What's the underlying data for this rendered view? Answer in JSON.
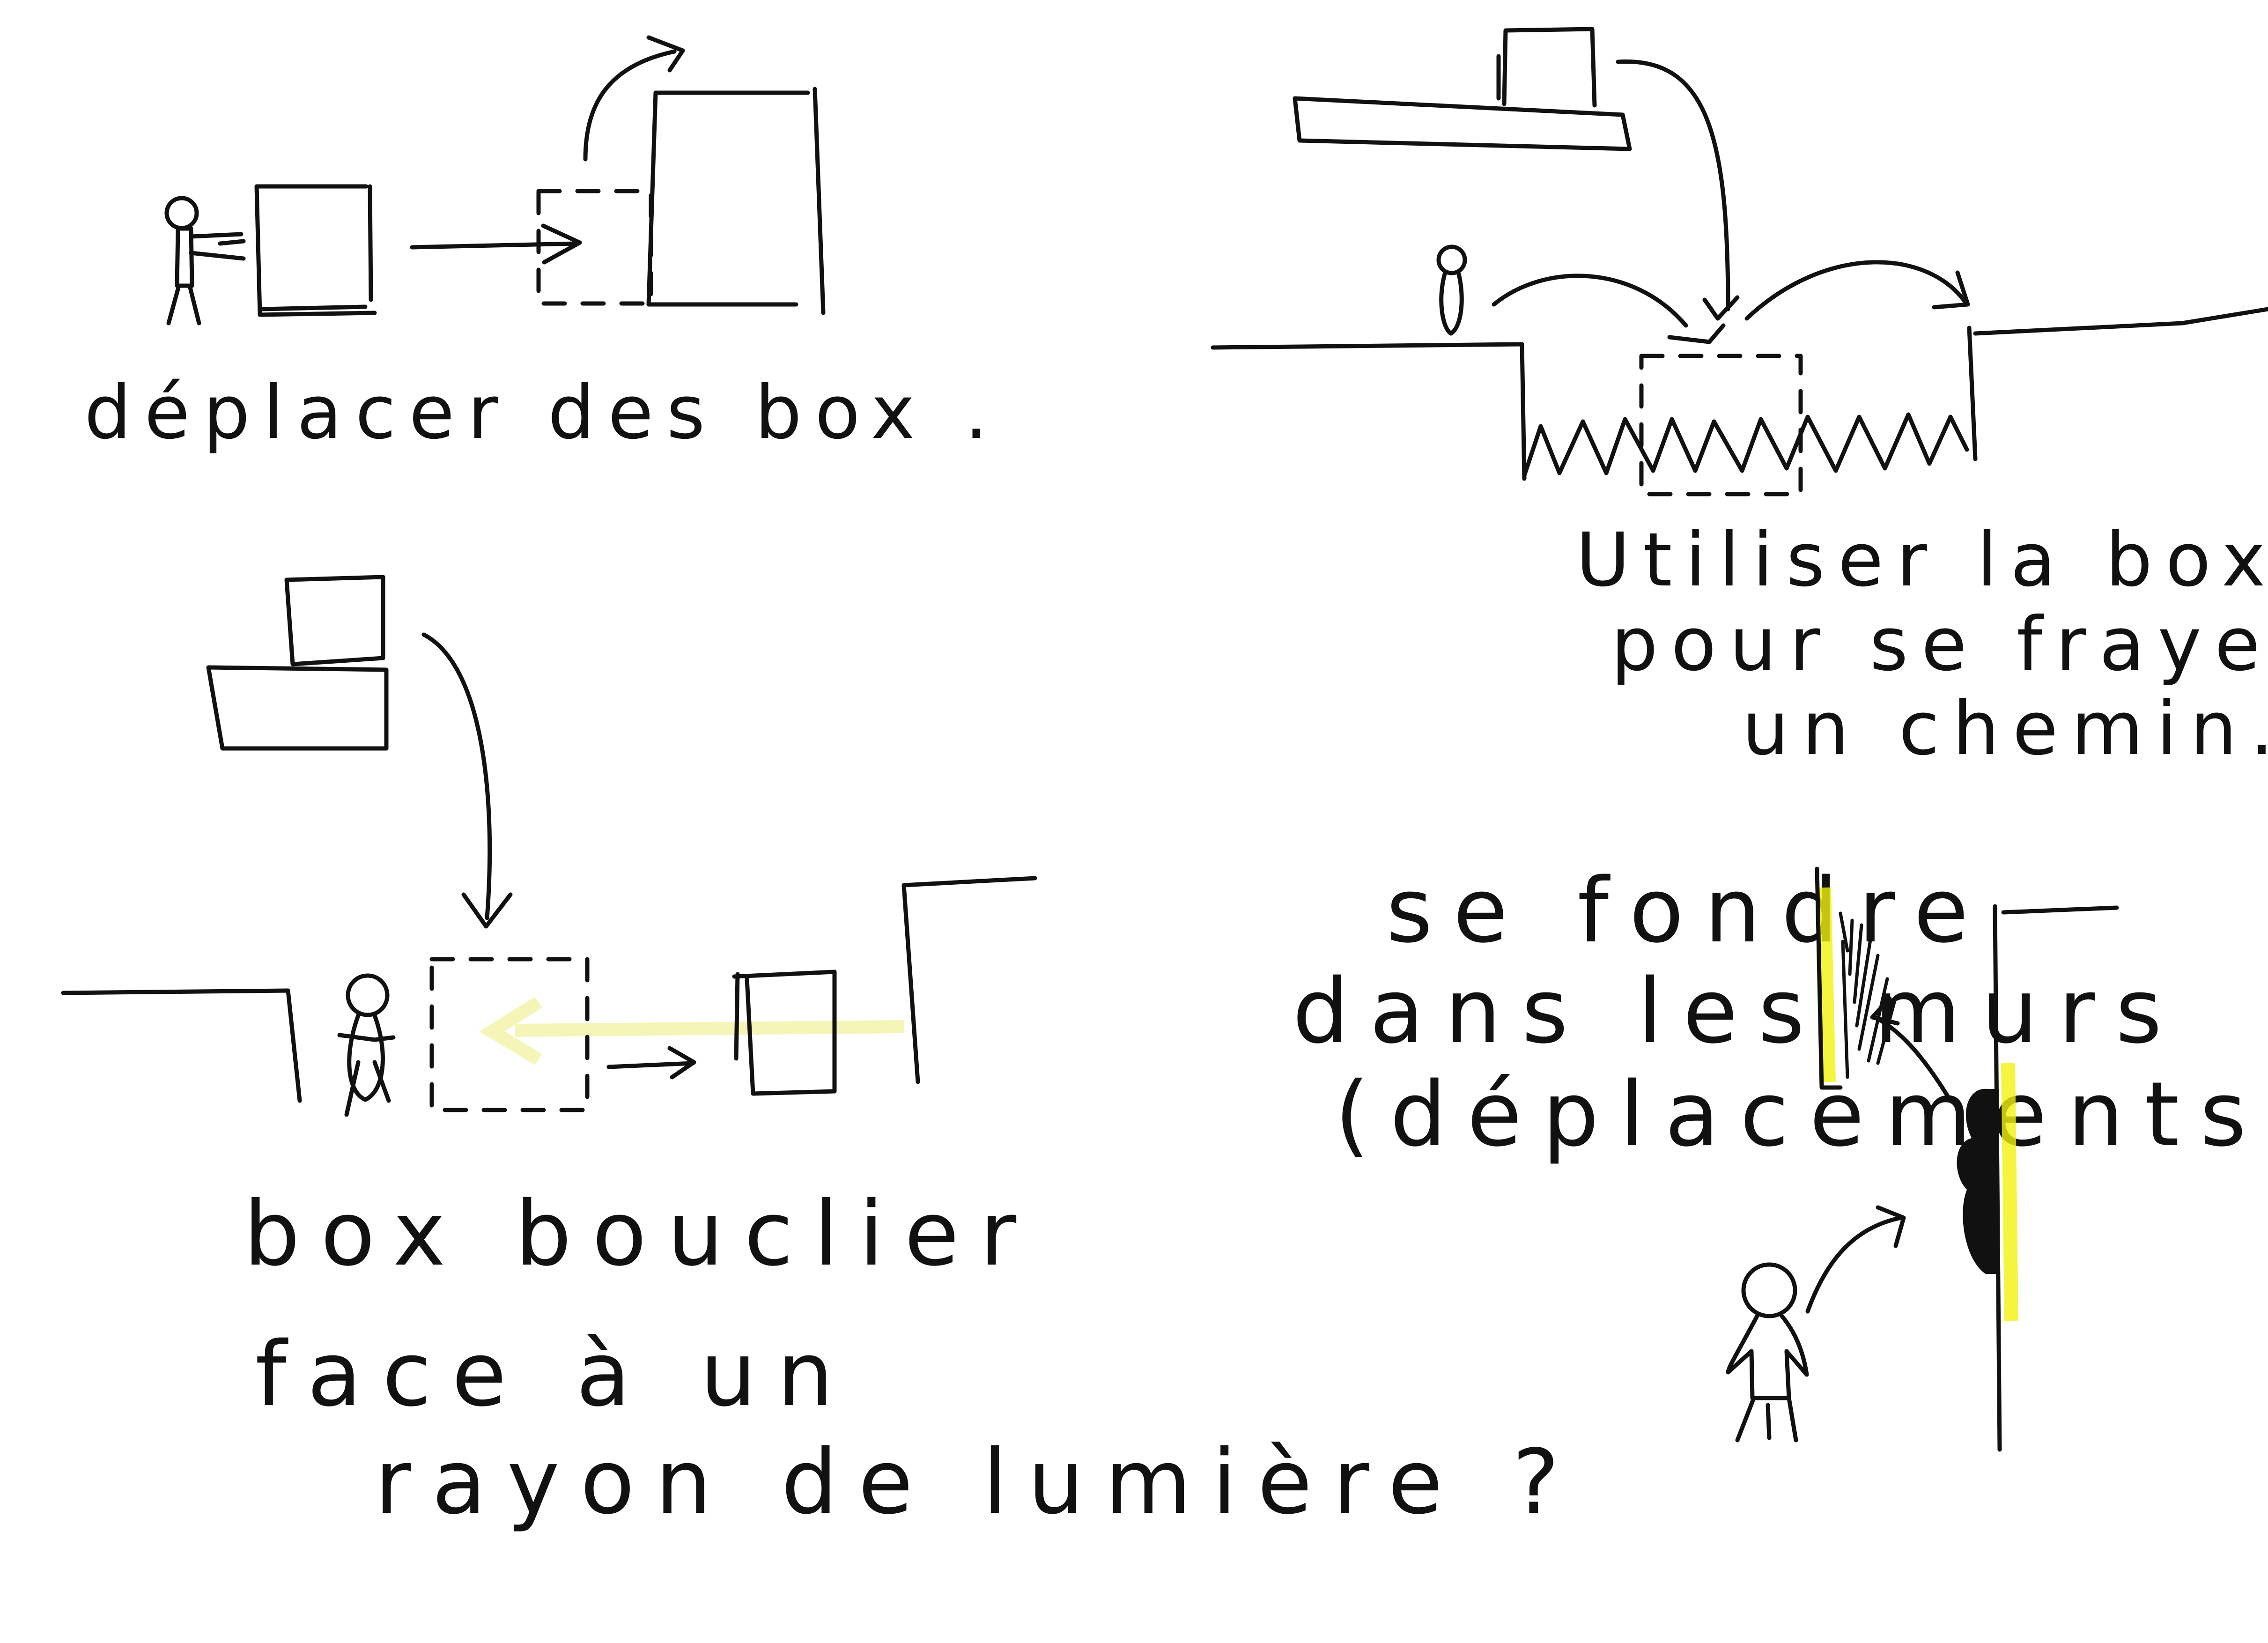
{
  "colors": {
    "ink": "#111111",
    "highlight": "#f3f20f",
    "light_ray": "#f2f3a6",
    "background": "#ffffff"
  },
  "panels": {
    "move_boxes": {
      "caption": "déplacer des box ."
    },
    "use_box_path": {
      "caption_lines": [
        "Utiliser la box",
        "pour se frayer",
        "un chemin."
      ]
    },
    "box_shield": {
      "caption_lines": [
        "box bouclier",
        "face à un",
        "rayon de lumière ?"
      ]
    },
    "blend_walls": {
      "caption_lines": [
        "se fondre",
        "dans les murs",
        "(déplacements)"
      ]
    }
  }
}
